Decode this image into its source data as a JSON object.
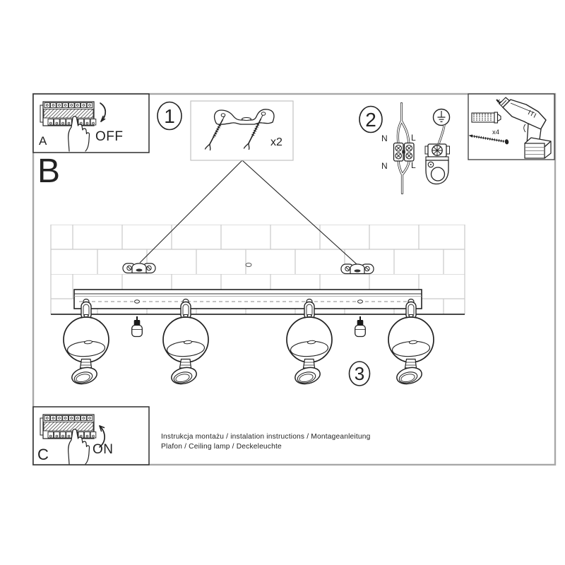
{
  "sheet": {
    "section_a": {
      "label": "A",
      "action": "OFF"
    },
    "section_b": {
      "label": "B"
    },
    "section_c": {
      "label": "C",
      "action": "ON"
    },
    "steps": {
      "one": "1",
      "two": "2",
      "three": "3"
    },
    "quantities": {
      "bracket": "x2",
      "anchor": "x4"
    },
    "wiring": {
      "n_in": "N",
      "l_in": "L",
      "n_out": "N",
      "l_out": "L"
    },
    "footer": {
      "line1": "Instrukcja montażu / instalation instructions / Montageanleitung",
      "line2": "Plafon / Ceiling lamp / Deckeleuchte"
    },
    "colors": {
      "frame": "#a8a8a8",
      "ink": "#222222",
      "brick": "#c9c9c9"
    }
  }
}
